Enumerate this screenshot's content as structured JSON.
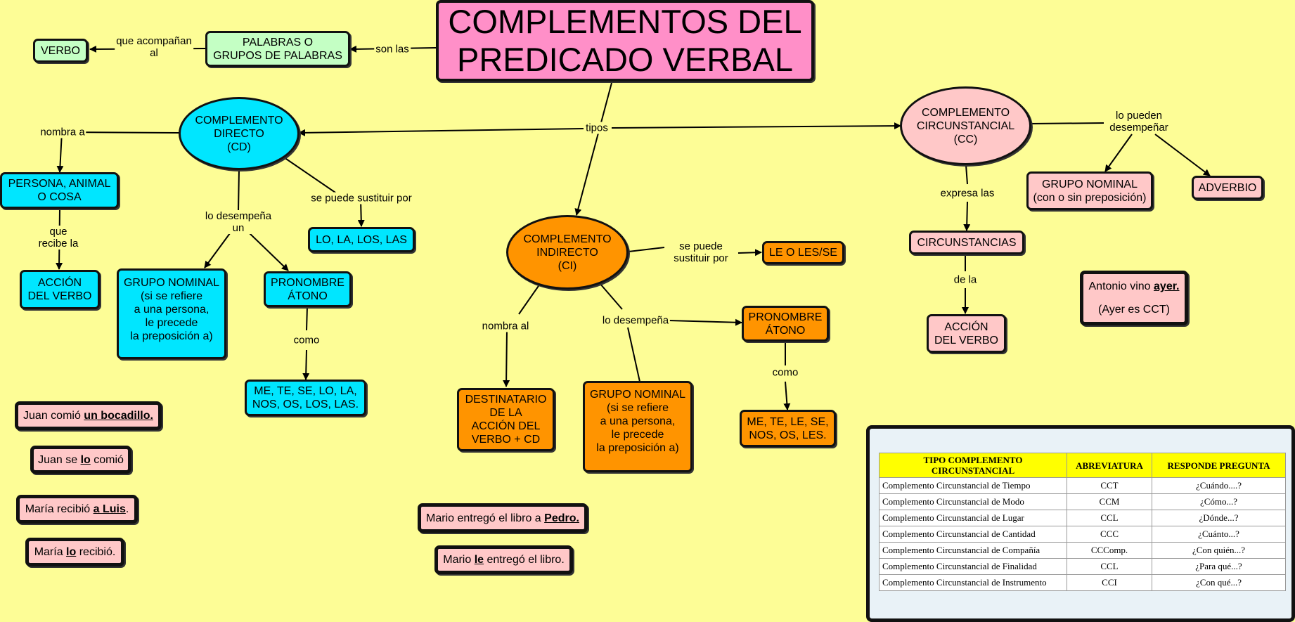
{
  "title": [
    "COMPLEMENTOS DEL",
    "PREDICADO VERBAL"
  ],
  "nodes": {
    "palabras": [
      "PALABRAS O",
      "GRUPOS DE PALABRAS"
    ],
    "verbo": "VERBO",
    "cd": [
      "COMPLEMENTO",
      "DIRECTO",
      "(CD)"
    ],
    "persona": [
      "PERSONA, ANIMAL",
      "O COSA"
    ],
    "accion_cd": [
      "ACCIÓN",
      "DEL VERBO"
    ],
    "gn_cd": [
      "GRUPO NOMINAL",
      "",
      "(si se refiere",
      "a una persona,",
      "le precede",
      "la preposición a)"
    ],
    "pron_cd": [
      "PRONOMBRE",
      "ÁTONO"
    ],
    "lo_la": "LO, LA, LOS, LAS",
    "me_te_cd": [
      "ME, TE, SE, LO, LA,",
      "NOS, OS, LOS, LAS."
    ],
    "ci": [
      "COMPLEMENTO",
      "INDIRECTO",
      "(CI)"
    ],
    "le_les": "LE O LES/SE",
    "destinatario": [
      "DESTINATARIO",
      "DE LA",
      "ACCIÓN DEL",
      "VERBO + CD"
    ],
    "gn_ci": [
      "GRUPO NOMINAL",
      "",
      "(si se refiere",
      "a una persona,",
      "le precede",
      "la preposición a)"
    ],
    "pron_ci": [
      "PRONOMBRE",
      "ÁTONO"
    ],
    "me_te_ci": [
      "ME, TE, LE, SE,",
      "NOS, OS, LES."
    ],
    "cc": [
      "COMPLEMENTO",
      "CIRCUNSTANCIAL",
      "(CC)"
    ],
    "gn_cc": [
      "GRUPO NOMINAL",
      "(con o sin preposición)"
    ],
    "adverbio": "ADVERBIO",
    "circunstancias": "CIRCUNSTANCIAS",
    "accion_cc": [
      "ACCIÓN",
      "DEL VERBO"
    ]
  },
  "labels": {
    "son_las": "son las",
    "que_acompanan": [
      "que acompañan",
      "al"
    ],
    "tipos": "tipos",
    "nombra_a": "nombra a",
    "que_recibe": [
      "que",
      "recibe la"
    ],
    "lo_desempena_un": [
      "lo desempeña",
      "un"
    ],
    "se_puede_sustituir_por": "se puede sustituir por",
    "como_cd": "como",
    "se_puede_sustituir_ci": [
      "se puede",
      "sustituir por"
    ],
    "nombra_al": "nombra al",
    "lo_desempena": "lo desempeña",
    "como_ci": "como",
    "lo_pueden": [
      "lo pueden",
      "desempeñar"
    ],
    "expresa_las": "expresa las",
    "de_la": "de la"
  },
  "examples": {
    "ex1": {
      "pre": "Juan comió ",
      "em": "un bocadillo.",
      "post": ""
    },
    "ex2": {
      "pre": "Juan se ",
      "em": "lo",
      "post": " comió"
    },
    "ex3": {
      "pre": "María recibió ",
      "em": "a Luis",
      "post": "."
    },
    "ex4": {
      "pre": "María ",
      "em": "lo",
      "post": " recibió."
    },
    "ex5": {
      "pre": "Mario entregó el libro a ",
      "em": "Pedro.",
      "post": ""
    },
    "ex6": {
      "pre": "Mario ",
      "em": "le",
      "post": " entregó el libro."
    },
    "ex7": {
      "pre": "Antonio vino ",
      "em": "ayer.",
      "post": "",
      "note": "(Ayer es CCT)"
    }
  },
  "table": {
    "headers": [
      "TIPO COMPLEMENTO CIRCUNSTANCIAL",
      "ABREVIATURA",
      "RESPONDE PREGUNTA"
    ],
    "rows": [
      [
        "Complemento Circunstancial de Tiempo",
        "CCT",
        "¿Cuándo....?"
      ],
      [
        "Complemento Circunstancial de Modo",
        "CCM",
        "¿Cómo...?"
      ],
      [
        "Complemento Circunstancial de Lugar",
        "CCL",
        "¿Dónde...?"
      ],
      [
        "Complemento Circunstancial de Cantidad",
        "CCC",
        "¿Cuánto...?"
      ],
      [
        "Complemento Circunstancial de Compañía",
        "CCComp.",
        "¿Con quién...?"
      ],
      [
        "Complemento Circunstancial de Finalidad",
        "CCL",
        "¿Para qué...?"
      ],
      [
        "Complemento Circunstancial de Instrumento",
        "CCI",
        "¿Con qué...?"
      ]
    ]
  },
  "colors": {
    "background": "#fdfd96",
    "cd": "#00e6ff",
    "ci": "#ff9400",
    "cc": "#ffc8c8",
    "title": "#ff8fc8",
    "palabras": "#c4ffc4"
  }
}
